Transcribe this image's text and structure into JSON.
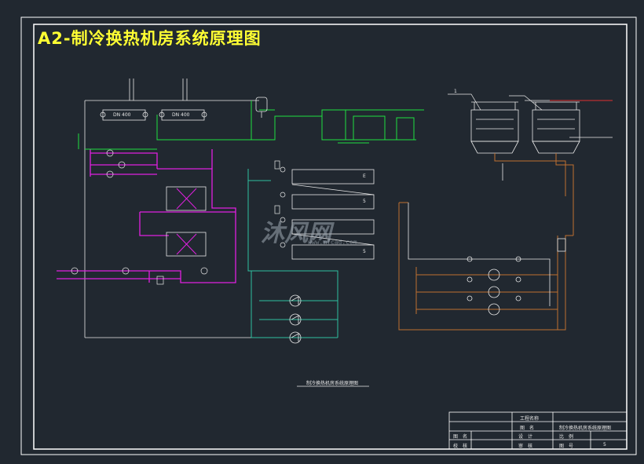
{
  "title": "A2-制冷换热机房系统原理图",
  "watermark": {
    "text": "沐风网",
    "url": "www.mfcad.com"
  },
  "drawing_caption": "制冷换热机房系统原理图",
  "pipe_labels": {
    "dn_left": "DN 400",
    "dn_right": "DN 400",
    "tower_tag": "1",
    "unit_e": "E",
    "unit_5a": "5",
    "unit_5b": "5"
  },
  "title_block": {
    "project_label": "工程名称",
    "drawing_name_label": "图　名",
    "drawing_name_value": "制冷换热机房系统原理图",
    "row1_left": "图　名",
    "row1_mid": "设　计",
    "row1_right": "比　例",
    "row2_left": "校　核",
    "row2_mid": "审　核",
    "row2_right": "图　号",
    "sheet_number": "5"
  },
  "colors": {
    "background": "#212830",
    "border": "#ffffff",
    "title": "#ffff33",
    "magenta_pipe": "#e020e0",
    "green_pipe": "#20e040",
    "cyan_pipe": "#30c0a0",
    "orange_pipe": "#c07030",
    "red_pipe": "#e03030",
    "white_line": "#e8e8e8"
  }
}
